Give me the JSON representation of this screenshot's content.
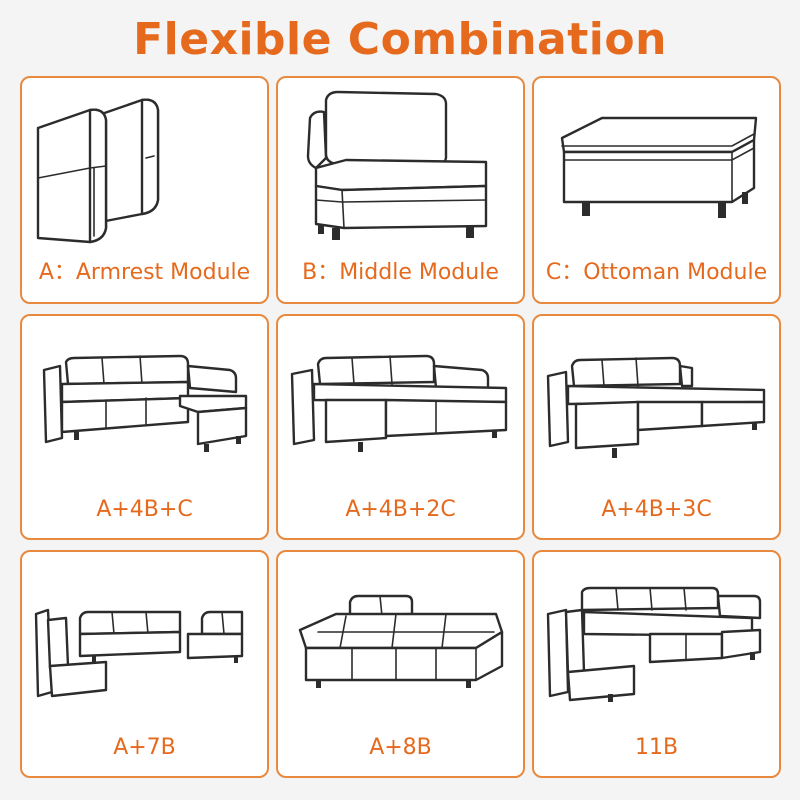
{
  "title": "Flexible Combination",
  "colors": {
    "accent": "#e56a1e",
    "border": "#e7893f",
    "background": "#f4f4f4",
    "line": "#2c2c2c"
  },
  "modules": [
    {
      "caption": "A：Armrest Module",
      "icon": "armrest-module-drawing"
    },
    {
      "caption": "B：Middle Module",
      "icon": "middle-module-drawing"
    },
    {
      "caption": "C：Ottoman Module",
      "icon": "ottoman-module-drawing"
    }
  ],
  "combinations": [
    {
      "caption": "A+4B+C",
      "icon": "sectional-sofa-drawing"
    },
    {
      "caption": "A+4B+2C",
      "icon": "sectional-sofa-drawing"
    },
    {
      "caption": "A+4B+3C",
      "icon": "sectional-sofa-drawing"
    },
    {
      "caption": "A+7B",
      "icon": "sectional-sofa-drawing"
    },
    {
      "caption": "A+8B",
      "icon": "sofa-bed-drawing"
    },
    {
      "caption": "11B",
      "icon": "sectional-sofa-drawing"
    }
  ]
}
